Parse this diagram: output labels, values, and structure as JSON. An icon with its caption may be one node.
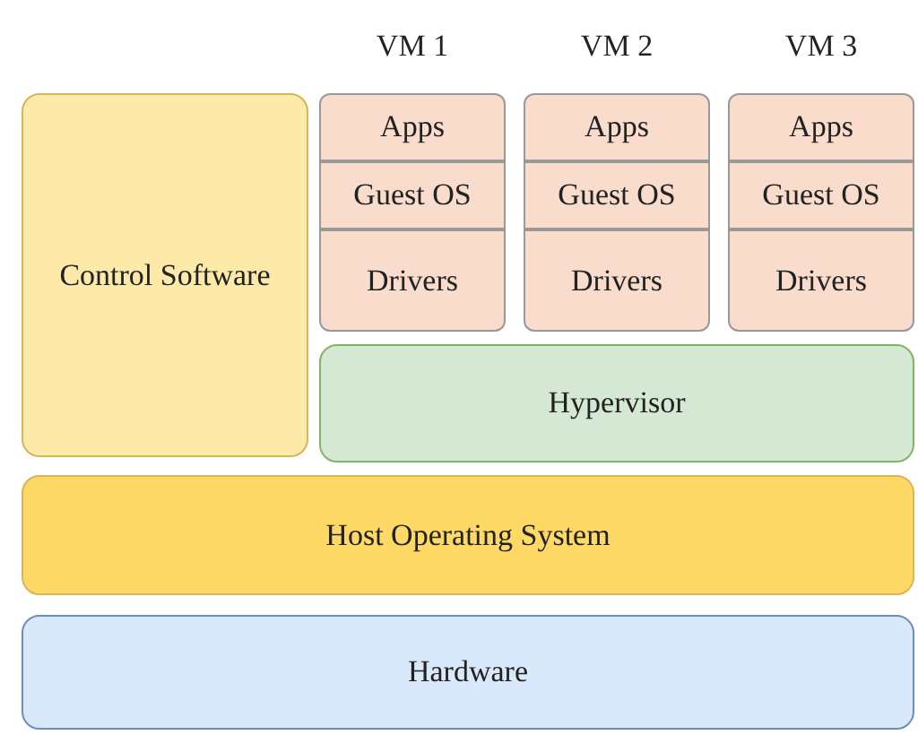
{
  "diagram": {
    "nodes": [
      {
        "text": [
          "Control Software"
        ]
      },
      {
        "text": [
          "Apps"
        ]
      },
      {
        "text": [
          "Apps"
        ]
      },
      {
        "text": [
          "Apps"
        ]
      },
      {
        "text": [
          "Guest OS"
        ]
      },
      {
        "text": [
          "Guest OS"
        ]
      },
      {
        "text": [
          "Guest OS"
        ]
      },
      {
        "text": [
          "Drivers"
        ]
      },
      {
        "text": [
          "Drivers"
        ]
      },
      {
        "text": [
          "Drivers"
        ]
      },
      {
        "text": [
          "Hypervisor"
        ]
      },
      {
        "text": [
          "Host Operating System"
        ]
      },
      {
        "text": [
          "Hardware"
        ]
      }
    ],
    "labels": [
      "VM 1",
      "VM 2",
      "VM 3"
    ]
  }
}
